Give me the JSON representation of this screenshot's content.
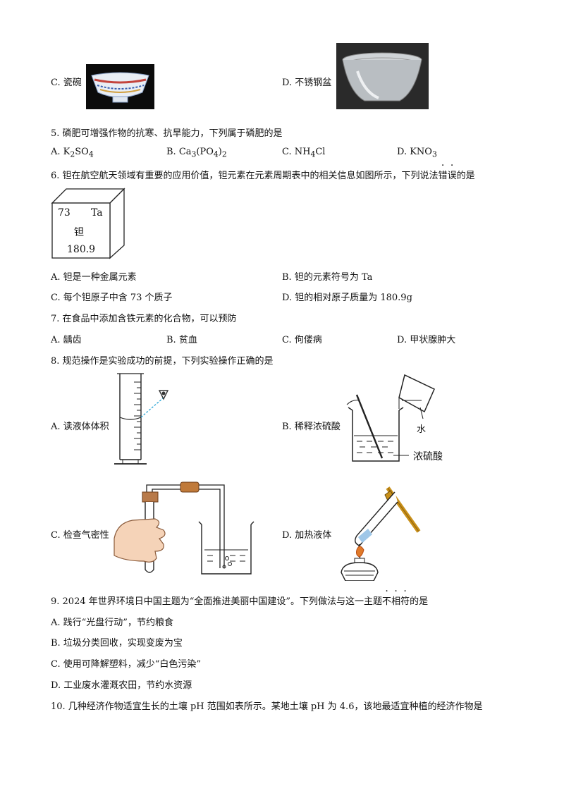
{
  "q4": {
    "optC": "C. 瓷碗",
    "optD": "D. 不锈钢盆"
  },
  "q5": {
    "stem": "5. 磷肥可增强作物的抗寒、抗旱能力，下列属于磷肥的是",
    "A": {
      "pre": "A. K",
      "s1": "2",
      "mid": "SO",
      "s2": "4"
    },
    "B": {
      "pre": "B. Ca",
      "s1": "3",
      "mid": "(PO",
      "s2": "4",
      "post": ")",
      "s3": "2"
    },
    "C": {
      "pre": "C. NH",
      "s1": "4",
      "post": "Cl"
    },
    "D": {
      "pre": "D. KNO",
      "s1": "3"
    }
  },
  "q6": {
    "stem_pre": "6. 钽在航空航天领域有重要的应用价值，钽元素在元素周期表中的相关信息如图所示，下列说法",
    "stem_dot1": "错",
    "stem_dot2": "误",
    "stem_post": "的是",
    "cell": {
      "number": "73",
      "symbol": "Ta",
      "name": "钽",
      "mass": "180.9"
    },
    "A": "A. 钽是一种金属元素",
    "B": "B. 钽的元素符号为 Ta",
    "C": "C. 每个钽原子中含 73 个质子",
    "D": "D. 钽的相对原子质量为 180.9g"
  },
  "q7": {
    "stem": "7. 在食品中添加含铁元素的化合物，可以预防",
    "A": "A. 龋齿",
    "B": "B. 贫血",
    "C": "C. 佝偻病",
    "D": "D. 甲状腺肿大"
  },
  "q8": {
    "stem": "8. 规范操作是实验成功的前提，下列实验操作正确的是",
    "A": "A. 读液体体积",
    "B": "B. 稀释浓硫酸",
    "B_water": "水",
    "B_acid": "浓硫酸",
    "C": "C. 检查气密性",
    "D": "D. 加热液体"
  },
  "q9": {
    "stem_pre": "9. 2024 年世界环境日中国主题为“全面推进美丽中国建设”。下列做法与这一主题",
    "dot1": "不",
    "dot2": "相",
    "dot3": "符",
    "stem_post": "的是",
    "A": "A. 践行“光盘行动”，节约粮食",
    "B": "B. 垃圾分类回收，实现变废为宝",
    "C": "C. 使用可降解塑料，减少“白色污染”",
    "D": "D. 工业废水灌溉农田，节约水资源"
  },
  "q10": {
    "stem": "10. 几种经济作物适宜生长的土壤 pH 范围如表所示。某地土壤 pH 为 4.6，该地最适宜种植的经济作物是"
  }
}
